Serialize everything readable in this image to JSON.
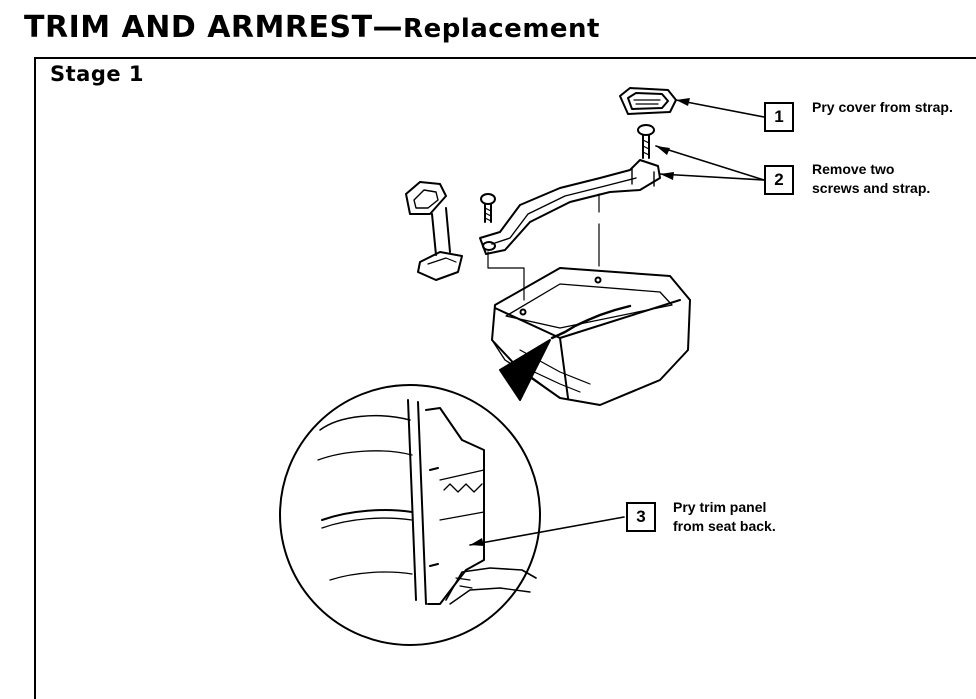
{
  "header": {
    "title": "TRIM AND ARMREST",
    "dash": "—",
    "subtitle": "Replacement"
  },
  "stage_label": "Stage 1",
  "callouts": [
    {
      "number": "1",
      "text": "Pry cover from strap."
    },
    {
      "number": "2",
      "text": "Remove two\nscrews and strap."
    },
    {
      "number": "3",
      "text": "Pry trim panel\nfrom seat back."
    }
  ]
}
